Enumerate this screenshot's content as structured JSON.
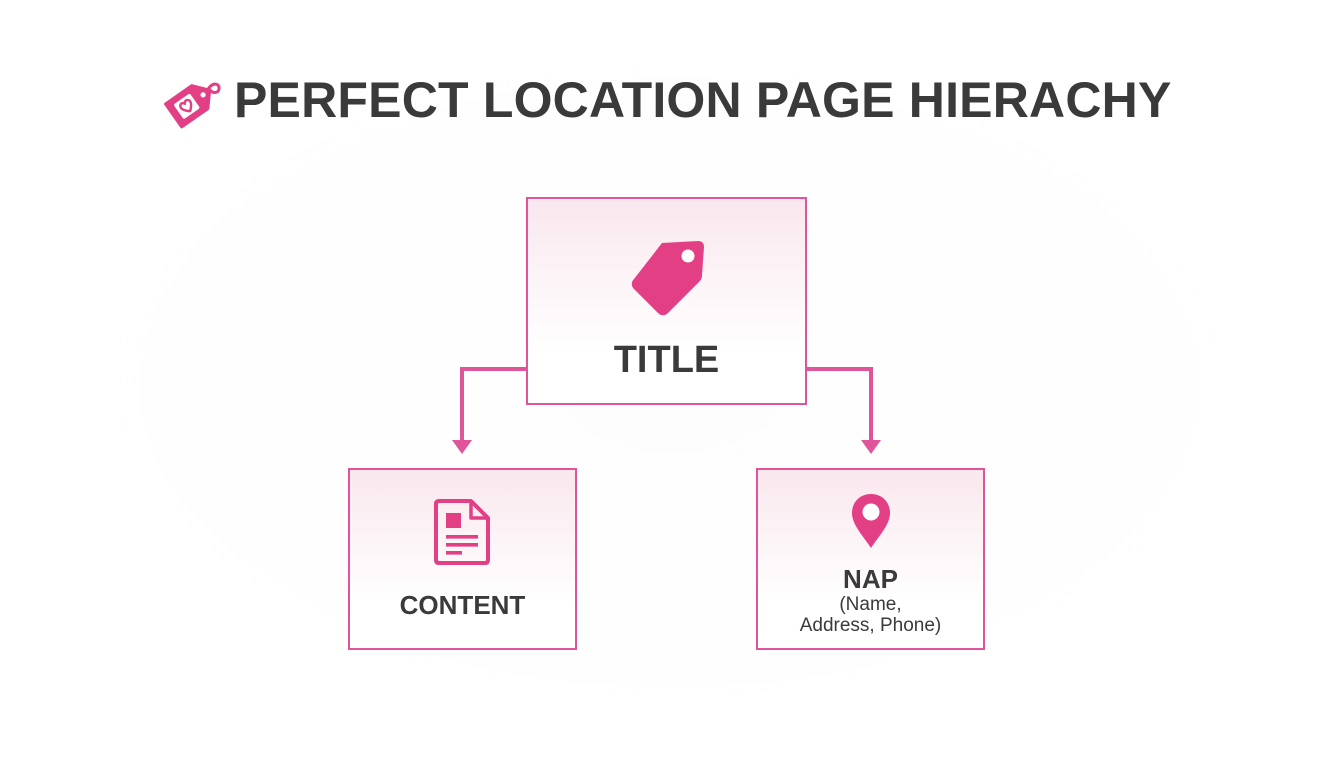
{
  "header": {
    "title": "PERFECT LOCATION PAGE HIERACHY",
    "icon": "price-tag-heart-icon"
  },
  "colors": {
    "accent": "#e0559a",
    "icon_fill": "#e23f85",
    "text": "#3a3a3a",
    "background": "#ffffff"
  },
  "diagram": {
    "root": {
      "label": "TITLE",
      "icon": "price-tag-icon"
    },
    "children": [
      {
        "label": "CONTENT",
        "icon": "document-icon",
        "sublabel": null
      },
      {
        "label": "NAP",
        "icon": "map-pin-icon",
        "sublabel_line1": "(Name,",
        "sublabel_line2": "Address, Phone)"
      }
    ],
    "edges": [
      {
        "from": "TITLE",
        "to": "CONTENT"
      },
      {
        "from": "TITLE",
        "to": "NAP"
      }
    ]
  }
}
